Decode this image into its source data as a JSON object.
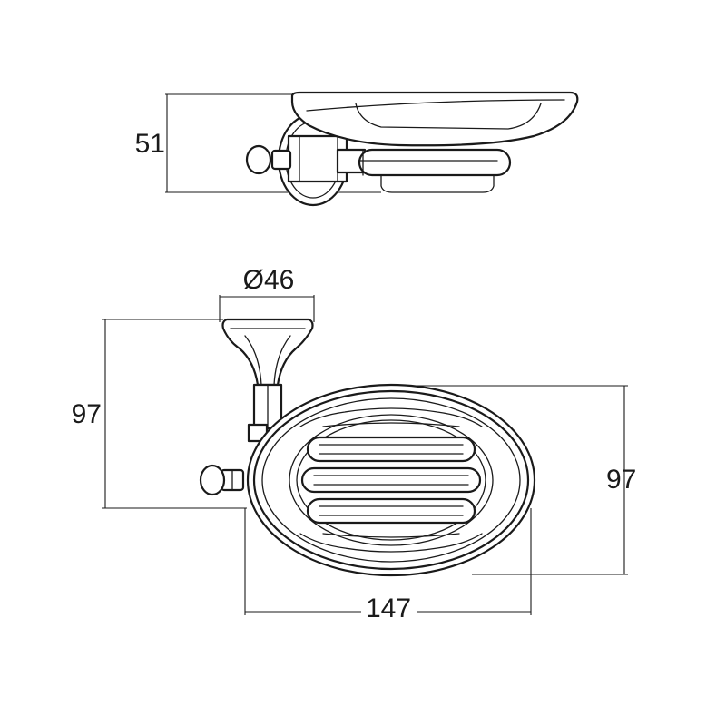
{
  "dimensions": {
    "side_height": "51",
    "flange_diameter": "Ø46",
    "wall_to_center_height": "97",
    "dish_depth": "97",
    "dish_width": "147"
  }
}
